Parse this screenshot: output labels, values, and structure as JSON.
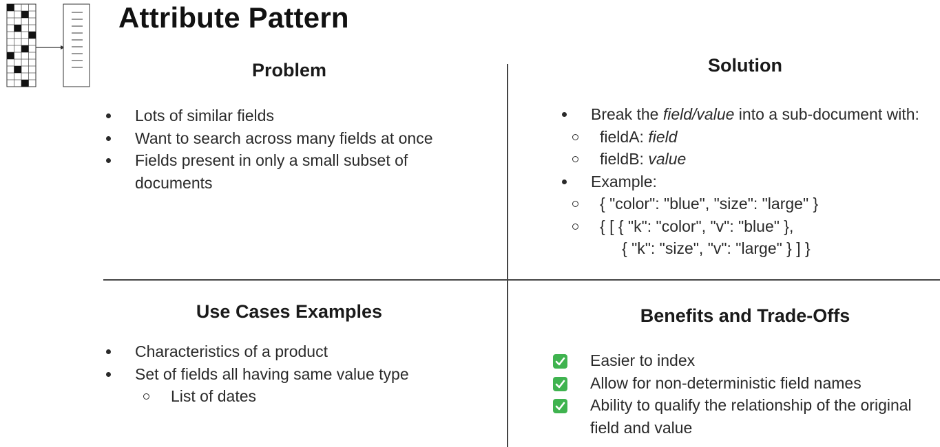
{
  "header": {
    "title": "Attribute Pattern",
    "logo_icon": "attribute-grid-to-list-icon"
  },
  "problem": {
    "title": "Problem",
    "items": [
      "Lots of similar fields",
      "Want to search across many fields at once",
      "Fields present in only a small subset of documents"
    ]
  },
  "solution": {
    "title": "Solution",
    "bullet1": {
      "prefix": "Break the ",
      "emphasis": "field/value",
      "suffix": " into a sub-document with:"
    },
    "sub1": [
      {
        "label": "fieldA: ",
        "value": "field"
      },
      {
        "label": "fieldB: ",
        "value": "value"
      }
    ],
    "bullet2": "Example:",
    "examples": [
      "{ \"color\": \"blue\", \"size\": \"large\" }",
      "{ [ { \"k\": \"color\", \"v\": \"blue\" },",
      "{ \"k\": \"size\", \"v\": \"large\" } ] }"
    ]
  },
  "use_cases": {
    "title": "Use Cases Examples",
    "items": [
      "Characteristics of a product",
      "Set of fields all having same value type"
    ],
    "sub_items": [
      "List of dates"
    ]
  },
  "benefits": {
    "title": "Benefits and Trade-Offs",
    "check_icon": "check-box-icon",
    "check_color": "#3fb34f",
    "items": [
      "Easier to index",
      "Allow for non-deterministic field names",
      "Ability to qualify the relationship of the original field and value"
    ]
  }
}
